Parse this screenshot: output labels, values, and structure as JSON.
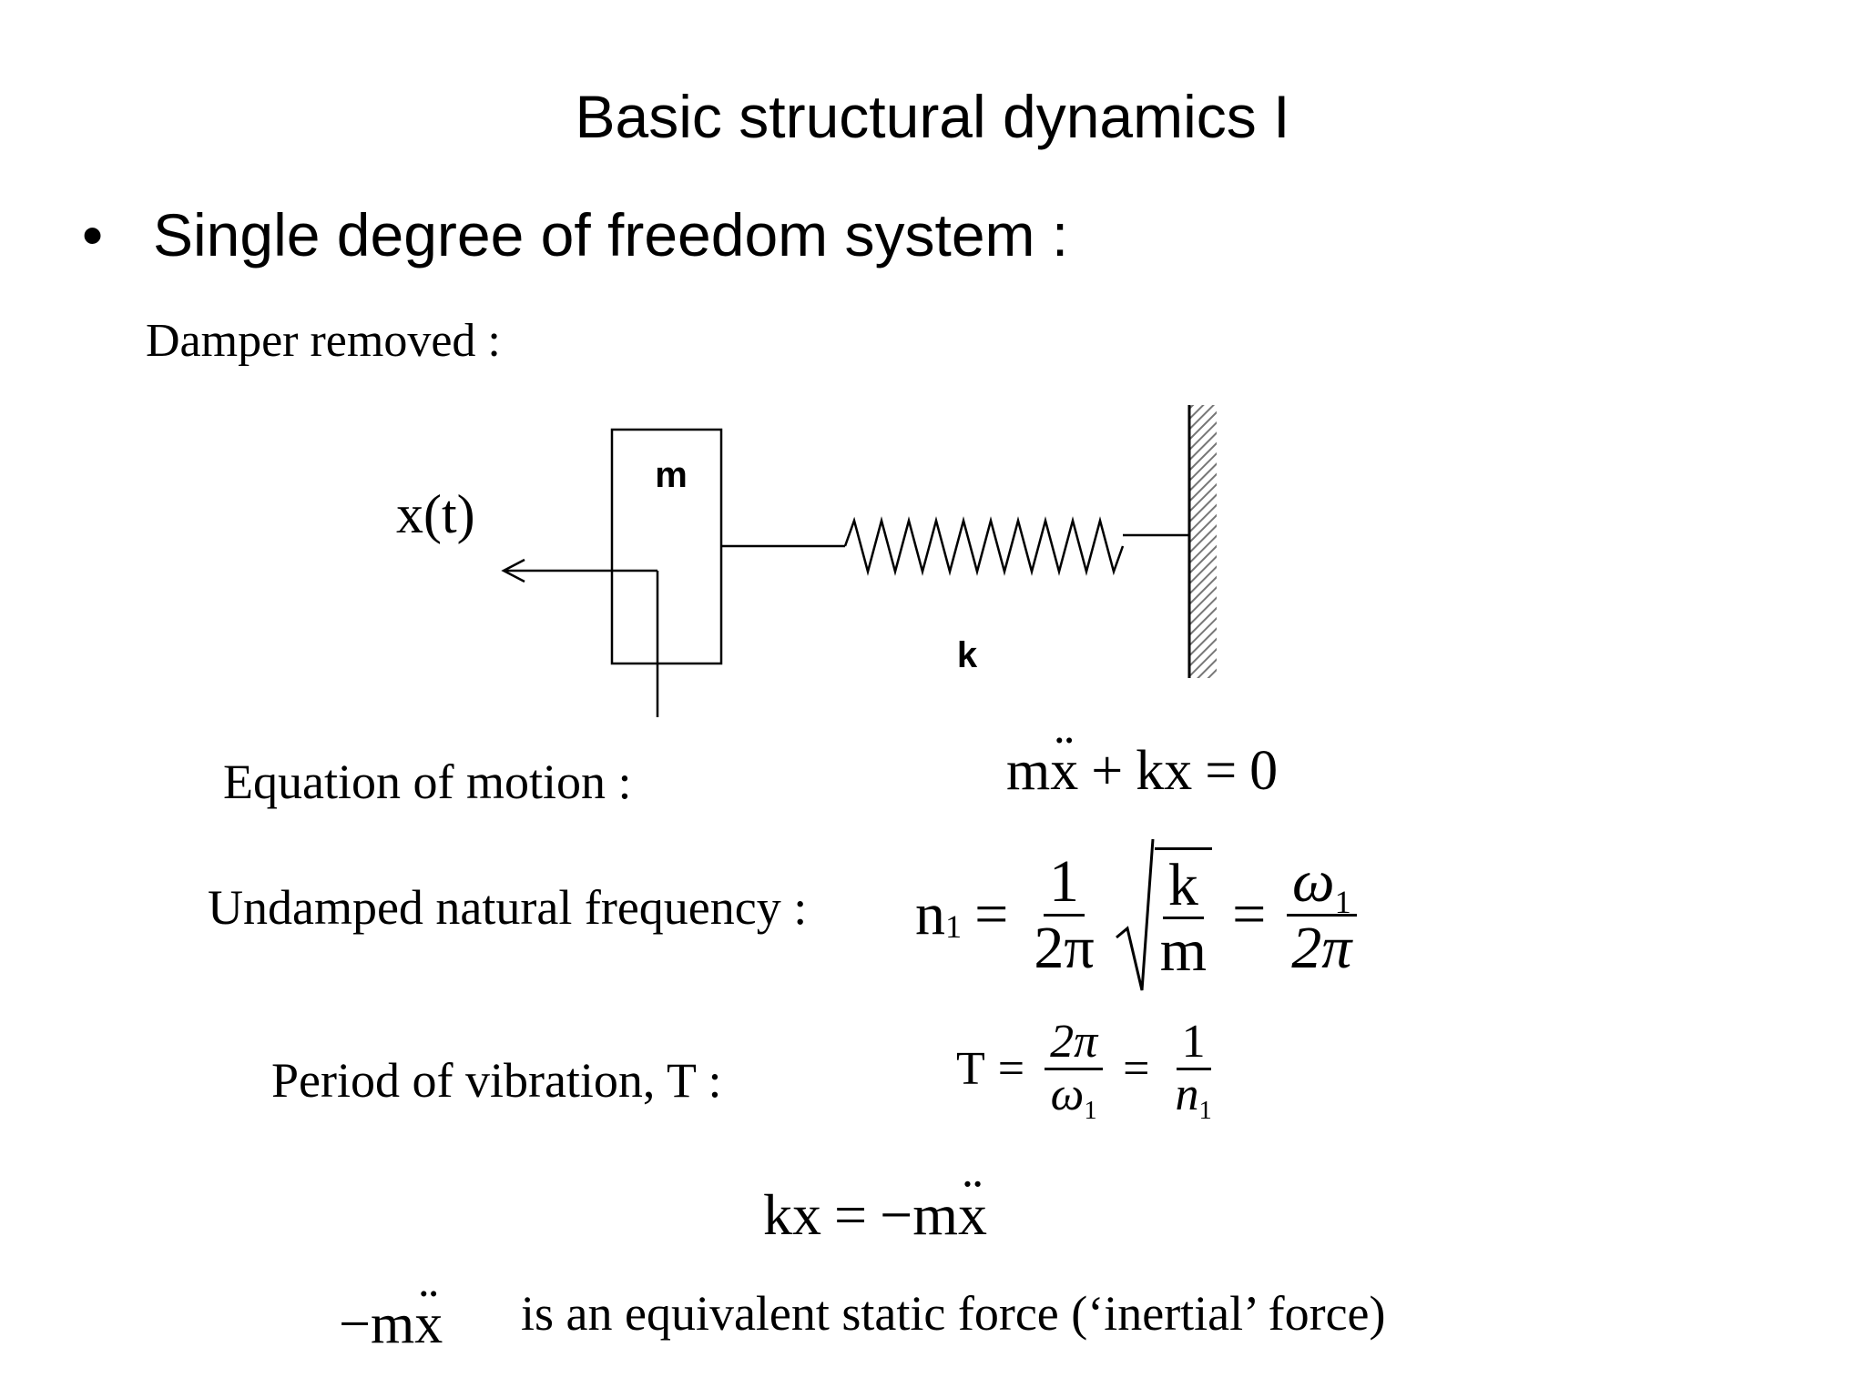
{
  "slide": {
    "title": "Basic structural dynamics I",
    "bullet_symbol": "•",
    "bullet_text": "Single degree of freedom system :",
    "subheading": "Damper removed :"
  },
  "diagram": {
    "displacement_label": "x(t)",
    "mass_label": "m",
    "spring_label": "k"
  },
  "equations": {
    "motion": {
      "label": "Equation of motion :",
      "m": "m",
      "x": "x",
      "plus": "+",
      "k": "k",
      "x2": "x",
      "eq": "=",
      "rhs": "0"
    },
    "frequency": {
      "label": "Undamped natural frequency :",
      "lhs": "n",
      "lhs_sub": "1",
      "eq": "=",
      "frac_num": "1",
      "frac_den": "2π",
      "sqrt_num": "k",
      "sqrt_den": "m",
      "eq2": "=",
      "omega": "ω",
      "omega_sub": "1",
      "den2": "2π"
    },
    "period": {
      "label": "Period of vibration, T :",
      "lhs": "T",
      "eq": "=",
      "num1": "2π",
      "den1": "ω",
      "den1_sub": "1",
      "eq2": "=",
      "num2": "1",
      "den2": "n",
      "den2_sub": "1"
    },
    "inertia": {
      "lhs": "kx",
      "eq": "=",
      "rhs_neg": "−",
      "rhs_m": "m",
      "rhs_x": "x"
    },
    "note": {
      "neg": "−",
      "m": "m",
      "x": "x",
      "text": "is an equivalent static force (‘inertial’ force)"
    }
  }
}
